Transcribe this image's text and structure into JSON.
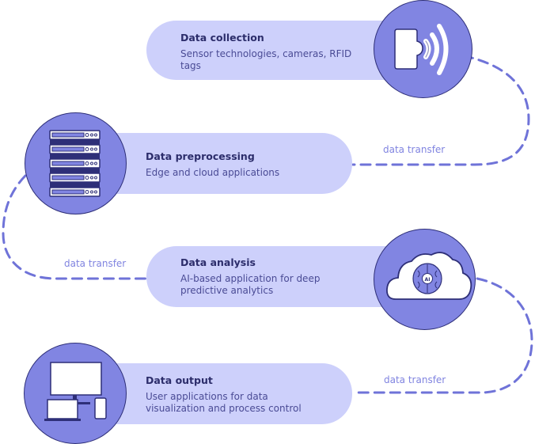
{
  "colors": {
    "pill": "#cdd0fb",
    "circle": "#8185e2",
    "outline": "#2e2f78",
    "dash": "#6f73d8",
    "title": "#2c2d6b",
    "desc": "#4a4b95",
    "label": "#8084e0"
  },
  "steps": [
    {
      "title": "Data collection",
      "desc_line1": "Sensor technologies, cameras, RFID",
      "desc_line2": "tags",
      "icon": "rfid-sensor-icon"
    },
    {
      "title": "Data preprocessing",
      "desc_line1": "Edge and cloud applications",
      "desc_line2": "",
      "icon": "server-rack-icon"
    },
    {
      "title": "Data analysis",
      "desc_line1": "AI-based application for deep",
      "desc_line2": "predictive analytics",
      "icon": "ai-cloud-icon",
      "icon_text": "AI"
    },
    {
      "title": "Data output",
      "desc_line1": "User applications for data",
      "desc_line2": "visualization and process control",
      "icon": "devices-icon"
    }
  ],
  "transfers": [
    {
      "label": "data transfer"
    },
    {
      "label": "data transfer"
    },
    {
      "label": "data transfer"
    }
  ]
}
